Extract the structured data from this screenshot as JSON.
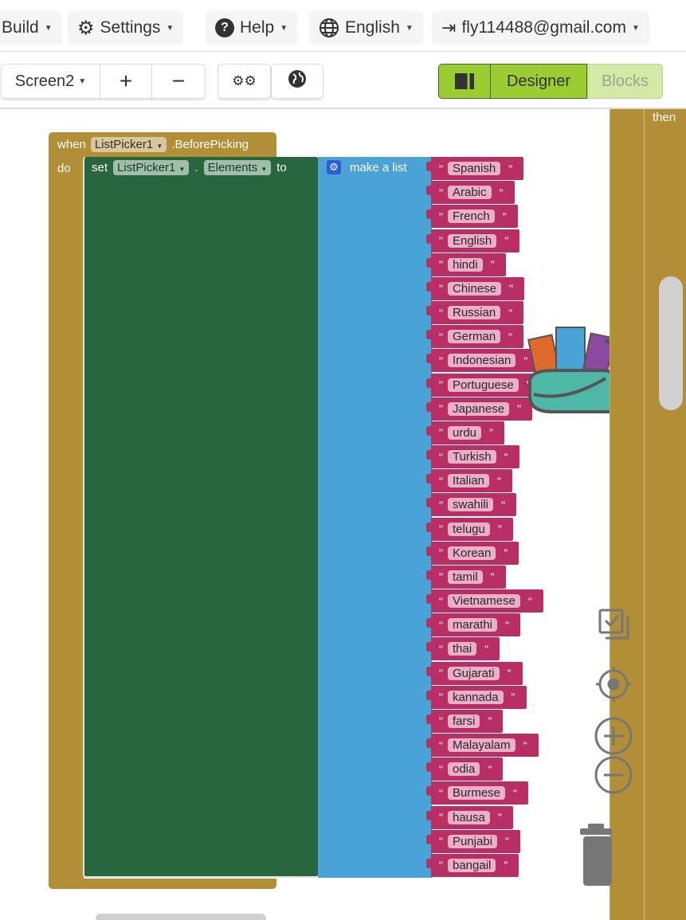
{
  "menu": {
    "build": "Build",
    "settings": "Settings",
    "help": "Help",
    "language": "English",
    "account": "fly114488@gmail.com"
  },
  "toolbar": {
    "screen": "Screen2",
    "add": "+",
    "remove": "−",
    "designer": "Designer",
    "blocks": "Blocks"
  },
  "event_block": {
    "when": "when",
    "component": "ListPicker1",
    "event": ".BeforePicking",
    "do": "do"
  },
  "set_block": {
    "set": "set",
    "component": "ListPicker1",
    "dot": ".",
    "property": "Elements",
    "to": "to"
  },
  "list_block": {
    "label": "make a list"
  },
  "side_block": {
    "label": "then"
  },
  "strings": [
    "Spanish",
    "Arabic",
    "French",
    "English",
    "hindi",
    "Chinese",
    "Russian",
    "German",
    "Indonesian",
    "Portuguese",
    "Japanese",
    "urdu",
    "Turkish",
    "Italian",
    "swahili",
    "telugu",
    "Korean",
    "tamil",
    "Vietnamese",
    "marathi",
    "thai",
    "Gujarati",
    "kannada",
    "farsi",
    "Malayalam",
    "odia",
    "Burmese",
    "hausa",
    "Punjabi",
    "bangail"
  ],
  "colors": {
    "event": "#b28e36",
    "set": "#27663f",
    "list": "#4aa3d6",
    "text": "#b92f63",
    "accent": "#9acd32"
  }
}
